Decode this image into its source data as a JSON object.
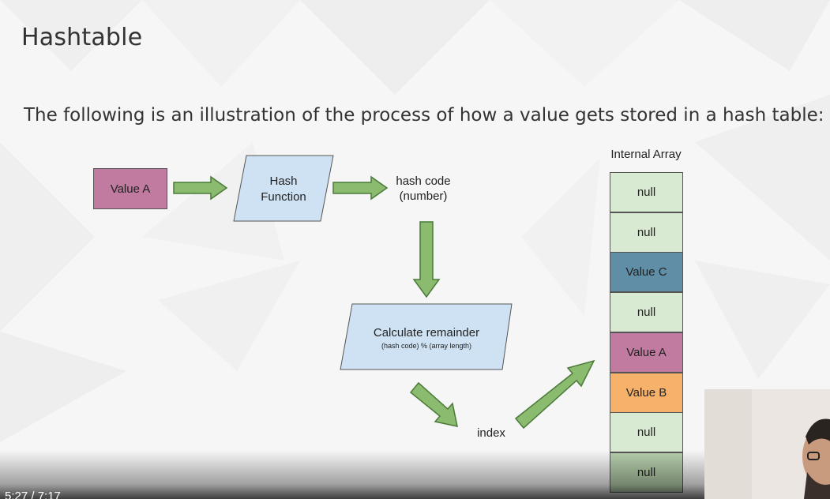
{
  "slide": {
    "title": "Hashtable",
    "subtitle": "The following is an illustration of the process of how a value gets stored in a hash table:"
  },
  "diagram": {
    "input_value": "Value A",
    "hash_function_line1": "Hash",
    "hash_function_line2": "Function",
    "hash_code_line1": "hash code",
    "hash_code_line2": "(number)",
    "remainder_title": "Calculate remainder",
    "remainder_formula": "(hash code) % (array length)",
    "index_label": "index",
    "array_caption": "Internal Array",
    "array_cells": [
      {
        "label": "null",
        "color": "#d9ead3"
      },
      {
        "label": "null",
        "color": "#d9ead3"
      },
      {
        "label": "Value C",
        "color": "#5f8ea6"
      },
      {
        "label": "null",
        "color": "#d9ead3"
      },
      {
        "label": "Value A",
        "color": "#c27ba0"
      },
      {
        "label": "Value B",
        "color": "#f6b26b"
      },
      {
        "label": "null",
        "color": "#d9ead3"
      },
      {
        "label": "null",
        "color": "#b6cfab"
      }
    ]
  },
  "player": {
    "time": "5:27 / 7:17"
  },
  "colors": {
    "arrow_fill": "#8bbb6f",
    "arrow_stroke": "#4a7a39",
    "hash_box": "#cfe2f3",
    "value_a": "#c27ba0"
  }
}
